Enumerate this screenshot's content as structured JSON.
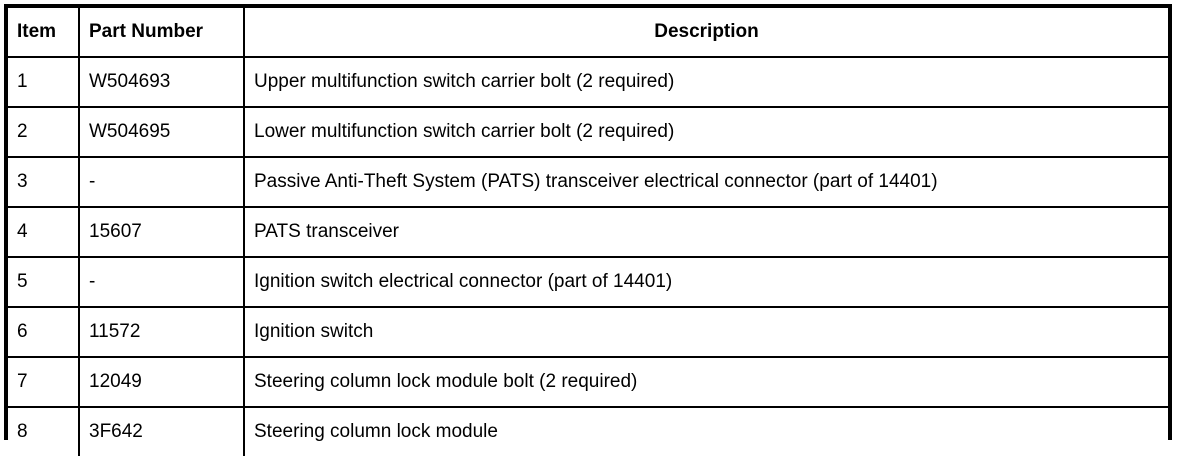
{
  "table": {
    "columns": [
      {
        "key": "item",
        "label": "Item",
        "align": "left"
      },
      {
        "key": "part_number",
        "label": "Part Number",
        "align": "left"
      },
      {
        "key": "description",
        "label": "Description",
        "align": "center"
      }
    ],
    "rows": [
      {
        "item": "1",
        "part_number": "W504693",
        "description": "Upper multifunction switch carrier bolt (2 required)"
      },
      {
        "item": "2",
        "part_number": "W504695",
        "description": "Lower multifunction switch carrier bolt (2 required)"
      },
      {
        "item": "3",
        "part_number": "-",
        "description": "Passive Anti-Theft System (PATS) transceiver electrical connector (part of 14401)"
      },
      {
        "item": "4",
        "part_number": "15607",
        "description": "PATS transceiver"
      },
      {
        "item": "5",
        "part_number": "-",
        "description": "Ignition switch electrical connector (part of 14401)"
      },
      {
        "item": "6",
        "part_number": "11572",
        "description": "Ignition switch"
      },
      {
        "item": "7",
        "part_number": "12049",
        "description": "Steering column lock module bolt (2 required)"
      },
      {
        "item": "8",
        "part_number": "3F642",
        "description": "Steering column lock module"
      }
    ]
  },
  "style": {
    "border_color": "#000000",
    "text_color": "#000000",
    "background": "#ffffff"
  }
}
